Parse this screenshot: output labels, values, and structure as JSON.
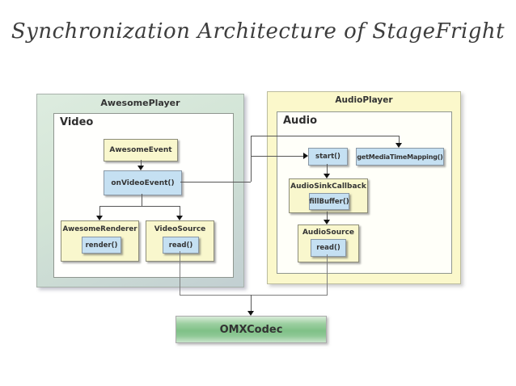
{
  "title": "Synchronization Architecture of StageFright",
  "colors": {
    "node_yellow": "#f9f7cd",
    "node_blue": "#c5e0f2",
    "container_yellow": "#fbf8cb",
    "player_green_top": "#ddecdf",
    "player_green_bottom": "#c2cfd2",
    "codec_green": "#7fc187",
    "line": "#565656",
    "text": "#333333"
  },
  "containers": {
    "awesome_player": {
      "title": "AwesomePlayer",
      "section_label": "Video"
    },
    "audio_player": {
      "title": "AudioPlayer",
      "section_label": "Audio"
    }
  },
  "nodes": {
    "awesome_event": {
      "label": "AwesomeEvent"
    },
    "on_video_event": {
      "label": "onVideoEvent()"
    },
    "awesome_renderer": {
      "label": "AwesomeRenderer",
      "method": "render()"
    },
    "video_source": {
      "label": "VideoSource",
      "method": "read()"
    },
    "start": {
      "label": "start()"
    },
    "get_media_time_mapping": {
      "label": "getMediaTimeMapping()"
    },
    "audio_sink_callback": {
      "label": "AudioSinkCallback",
      "method": "fillBuffer()"
    },
    "audio_source": {
      "label": "AudioSource",
      "method": "read()"
    },
    "omx_codec": {
      "label": "OMXCodec"
    }
  }
}
